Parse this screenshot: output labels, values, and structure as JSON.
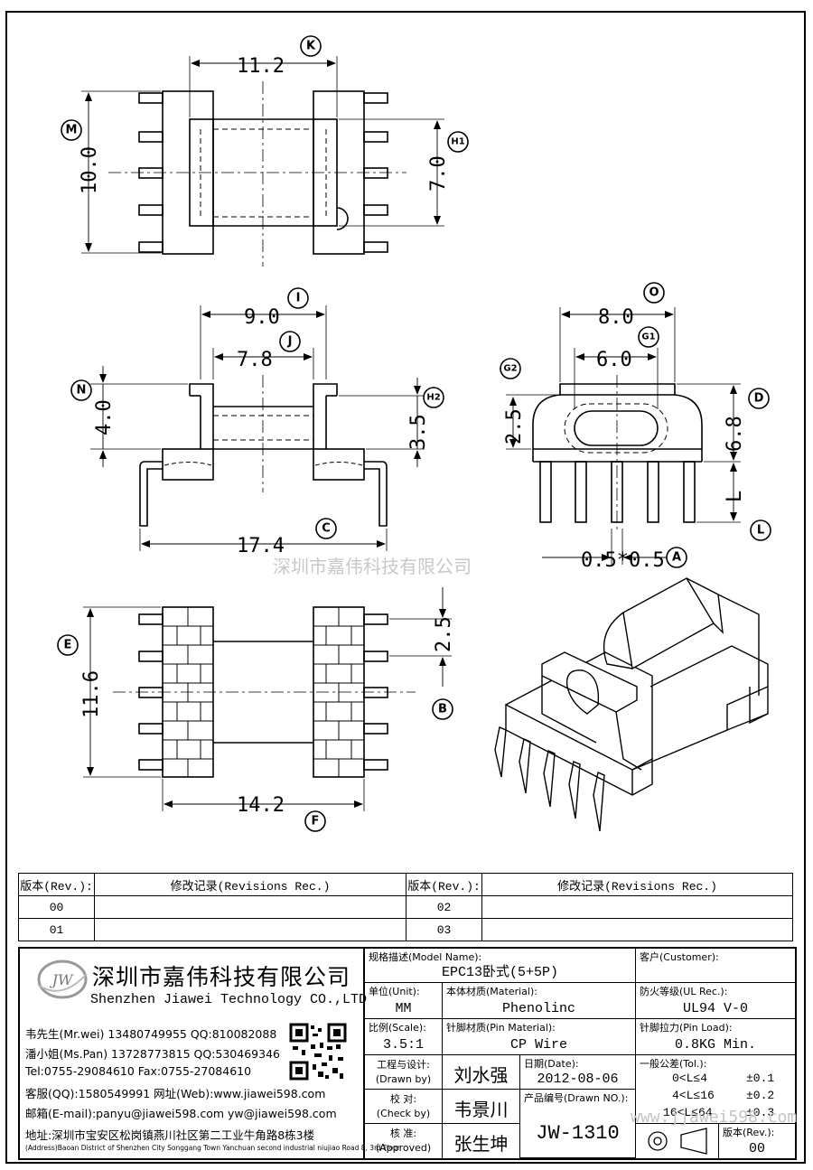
{
  "dimensions": {
    "top_width": "11.2",
    "top_height": "10.0",
    "top_inner_height": "7.0",
    "front_outer": "9.0",
    "front_inner": "7.8",
    "front_height": "4.0",
    "front_flange": "3.5",
    "front_span": "17.4",
    "side_outer": "8.0",
    "side_inner": "6.0",
    "side_height": "6.8",
    "side_slot": "2.5",
    "side_pin_len": "L",
    "side_pin": "0.5*0.5",
    "bottom_height": "11.6",
    "bottom_pitch": "2.5",
    "bottom_width": "14.2"
  },
  "tags": [
    "K",
    "M",
    "H1",
    "I",
    "J",
    "N",
    "H2",
    "C",
    "O",
    "G1",
    "G2",
    "D",
    "L",
    "A",
    "E",
    "B",
    "F"
  ],
  "watermark": "深圳市嘉伟科技有限公司",
  "revisions": {
    "header_rev": "版本(Rev.):",
    "header_rec": "修改记录(Revisions Rec.)",
    "rows": [
      [
        "00",
        "",
        "02",
        ""
      ],
      [
        "01",
        "",
        "03",
        ""
      ]
    ]
  },
  "company": {
    "name_cn": "深圳市嘉伟科技有限公司",
    "name_en": "Shenzhen Jiawei Technology CO.,LTD",
    "logo_text": "JW",
    "contacts": [
      "韦先生(Mr.wei) 13480749955 QQ:810082088",
      "潘小姐(Ms.Pan) 13728773815 QQ:530469346",
      "Tel:0755-29084610       Fax:0755-27084610",
      "客服(QQ):1580549991   网址(Web):www.jiawei598.com",
      "邮箱(E-mail):panyu@jiawei598.com   yw@jiawei598.com",
      "地址:深圳市宝安区松岗镇燕川社区第二工业牛角路8栋3楼",
      "(Address)Baoan District of Shenzhen City Songgang Town Yanchuan second industrial niujiao Road 8, 3rd Floor"
    ]
  },
  "titleblock": {
    "model_label": "规格描述(Model Name):",
    "model_value": "EPC13卧式(5+5P)",
    "customer_label": "客户(Customer):",
    "customer_value": "",
    "unit_label": "单位(Unit):",
    "unit_value": "MM",
    "material_label": "本体材质(Material):",
    "material_value": "Phenolinc",
    "ul_label": "防火等级(UL Rec.):",
    "ul_value": "UL94 V-0",
    "scale_label": "比例(Scale):",
    "scale_value": "3.5:1",
    "pin_label": "针脚材质(Pin Material):",
    "pin_value": "CP Wire",
    "load_label": "针脚拉力(Pin Load):",
    "load_value": "0.8KG Min.",
    "drawn_label_cn": "工程与设计:",
    "drawn_label_en": "(Drawn by)",
    "drawn_value": "刘水强",
    "date_label": "日期(Date):",
    "date_value": "2012-08-06",
    "check_label_cn": "校  对:",
    "check_label_en": "(Check by)",
    "check_value": "韦景川",
    "drawno_label": "产品编号(Drawn NO.):",
    "drawno_value": "JW-1310",
    "approve_label_cn": "核  准:",
    "approve_label_en": "(Approved)",
    "approve_value": "张生坤",
    "tol_label": "一般公差(Tol.):",
    "tol_rows": [
      [
        "0<L≤4",
        "±0.1"
      ],
      [
        "4<L≤16",
        "±0.2"
      ],
      [
        "16<L≤64",
        "±0.3"
      ]
    ],
    "rev_label": "版本(Rev.):",
    "rev_value": "00",
    "web_watermark": "www.jjawei598.com"
  }
}
